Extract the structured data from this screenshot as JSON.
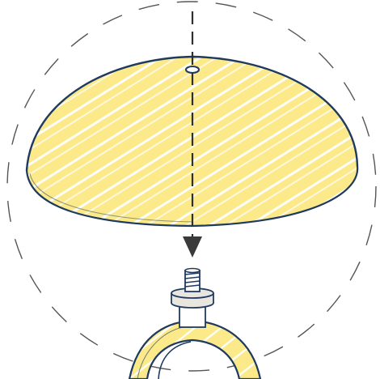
{
  "colors": {
    "background": "#ffffff",
    "outline": "#1f3a5f",
    "fill_yellow": "#fbe98a",
    "dash_gray": "#555555",
    "arrow_dark": "#2f2f2f",
    "threaded_fill": "#e8e6de"
  },
  "illustration": {
    "subject": "lampshade-assembly",
    "parts": [
      "dome-shade",
      "threaded-fitting",
      "lamp-base-arc",
      "assembly-arrow",
      "dashed-boundary-circle"
    ]
  }
}
